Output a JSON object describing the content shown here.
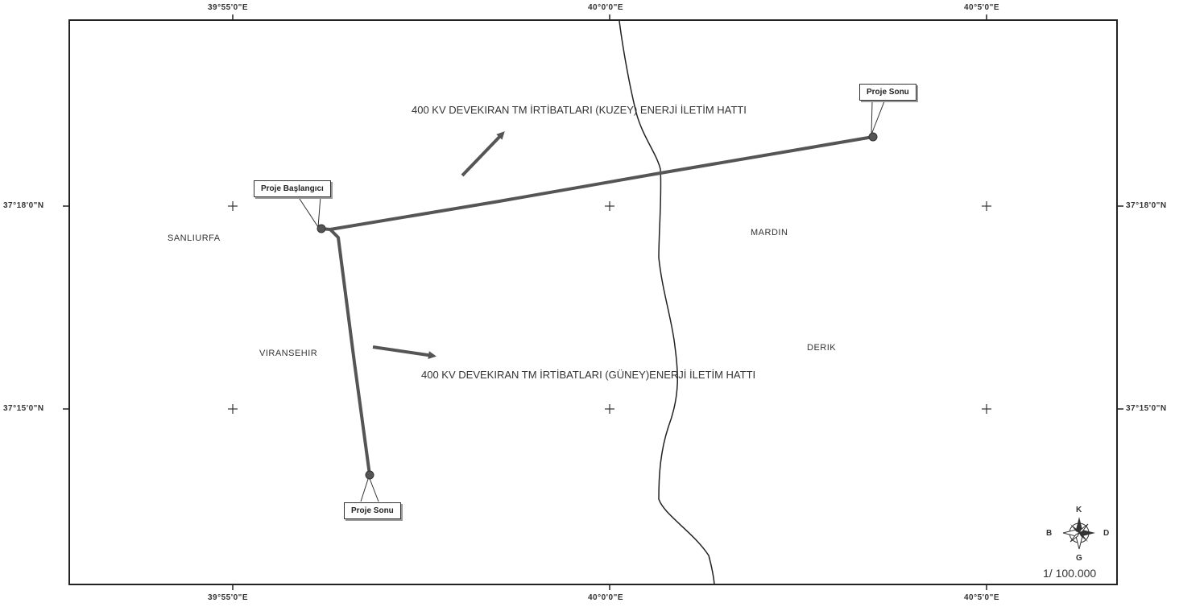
{
  "coords": {
    "top": [
      "39°55'0\"E",
      "40°0'0\"E",
      "40°5'0\"E"
    ],
    "bottom": [
      "39°55'0\"E",
      "40°0'0\"E",
      "40°5'0\"E"
    ],
    "left": [
      "37°18'0\"N",
      "37°15'0\"N"
    ],
    "right": [
      "37°18'0\"N",
      "37°15'0\"N"
    ]
  },
  "places": {
    "sanliurfa": "SANLIURFA",
    "viransehir": "VIRANSEHIR",
    "mardin": "MARDIN",
    "derik": "DERIK"
  },
  "lines": {
    "north": "400 KV DEVEKIRAN TM İRTİBATLARI (KUZEY) ENERJİ İLETİM HATTI",
    "south": "400 KV DEVEKIRAN TM İRTİBATLARI (GÜNEY)ENERJİ İLETİM HATTI"
  },
  "callouts": {
    "start": "Proje Başlangıcı",
    "end_north": "Proje Sonu",
    "end_south": "Proje Sonu"
  },
  "compass": {
    "north": "K",
    "south": "G",
    "west": "B",
    "east": "D"
  },
  "scale": "1/ 100.000",
  "colors": {
    "route": "#555555",
    "boundary": "#222222",
    "frame": "#222222"
  }
}
